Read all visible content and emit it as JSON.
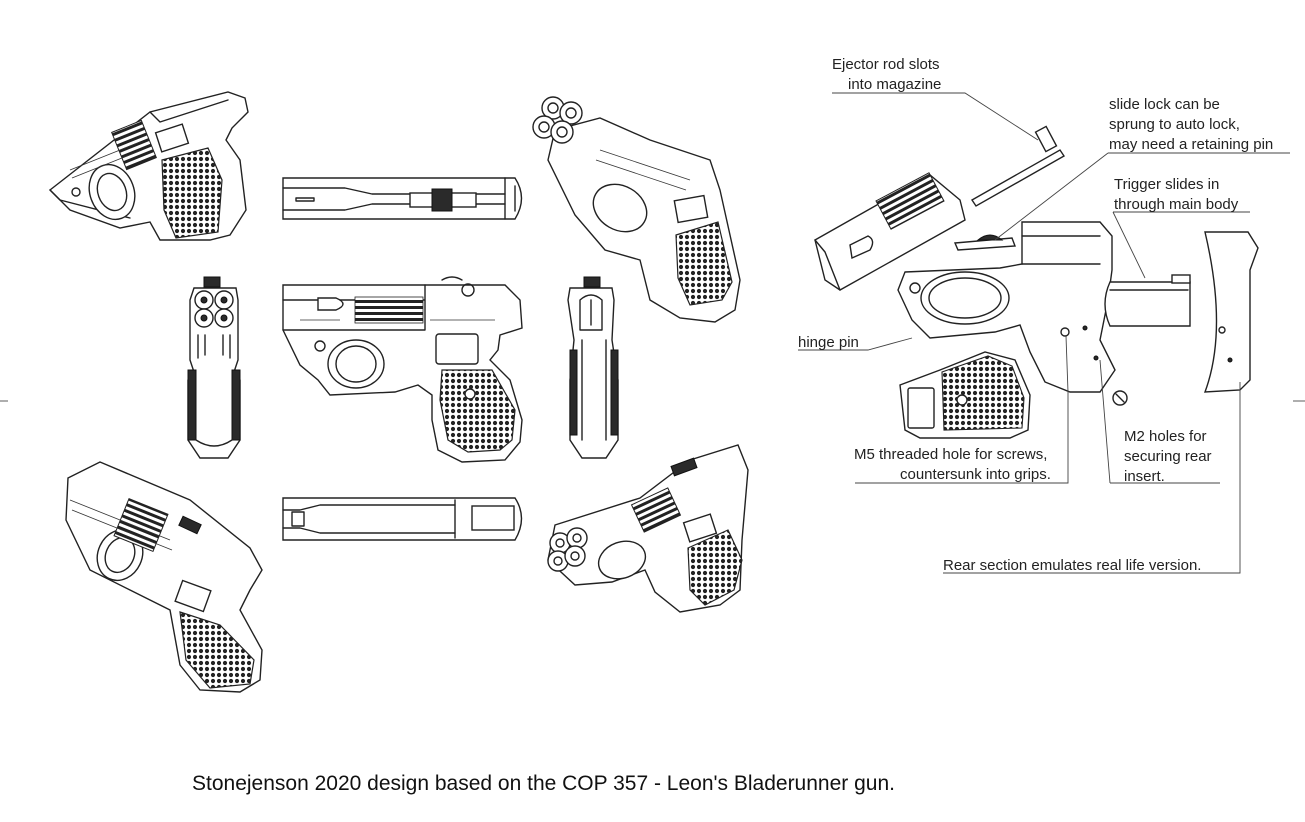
{
  "annotations": {
    "ejector": [
      "Ejector rod slots",
      "into magazine"
    ],
    "slide_lock": [
      "slide lock can be",
      "sprung to auto lock,",
      "may need a retaining pin"
    ],
    "trigger": [
      "Trigger slides in",
      "through main body"
    ],
    "hinge": "hinge pin",
    "m5": [
      "M5 threaded hole for screws,",
      "countersunk into grips."
    ],
    "m2": [
      "M2 holes for",
      "securing rear",
      "insert."
    ],
    "rear": "Rear section emulates real life version."
  },
  "caption": "Stonejenson 2020 design based on the COP 357 - Leon's Bladerunner gun.",
  "colors": {
    "line": "#222222",
    "grip_texture": "#2a2a2a",
    "background": "#ffffff"
  }
}
